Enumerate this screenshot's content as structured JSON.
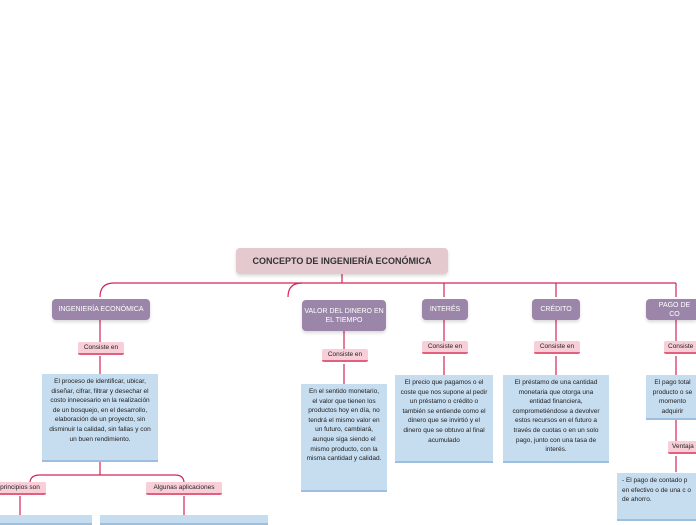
{
  "root": {
    "title": "CONCEPTO DE INGENIERÍA ECONÓMICA"
  },
  "branches": [
    {
      "title": "INGENIERÍA ECONÓMICA",
      "connector": "Consiste en",
      "description": "El proceso de identificar, ubicar, diseñar, cifrar, filtrar y desechar el costo innecesario en la realización de un bosquejo, en el desarrollo, elaboración de un proyecto, sin disminuir la calidad, sin fallas y con un buen rendimiento.",
      "children": [
        {
          "label": "principios son"
        },
        {
          "label": "Algunas aplicaciones"
        }
      ]
    },
    {
      "title": "VALOR DEL DINERO EN EL TIEMPO",
      "connector": "Consiste en",
      "description": "En el sentido monetario, el valor que tienen los productos hoy en día, no tendrá el mismo valor en un futuro, cambiará, aunque siga siendo el mismo producto, con la misma cantidad y calidad."
    },
    {
      "title": "INTERÉS",
      "connector": "Consiste en",
      "description": "El precio que pagamos o el coste que nos supone al pedir un préstamo o crédito o también se entiende como el dinero que se invirtió y el dinero que se obtuvo al final acumulado"
    },
    {
      "title": "CRÉDITO",
      "connector": "Consiste en",
      "description": "El préstamo de una cantidad monetaria que otorga una entidad financiera, comprometiéndose a devolver estos recursos en el futuro a través de cuotas o en un solo pago, junto con una tasa de interés."
    },
    {
      "title": "PAGO DE CO",
      "connector": "Consiste",
      "description": "El pago total producto o se momento adquirir",
      "children": [
        {
          "label": "Ventaja"
        }
      ],
      "extra": "- El pago de contado p en efectivo o de una c o de ahorro."
    }
  ],
  "colors": {
    "line": "#d4245a",
    "root_bg": "#e4c9cf",
    "main_bg": "#9b86aa",
    "sub_bg": "#f8cfd9",
    "desc_bg": "#c6dcef"
  }
}
